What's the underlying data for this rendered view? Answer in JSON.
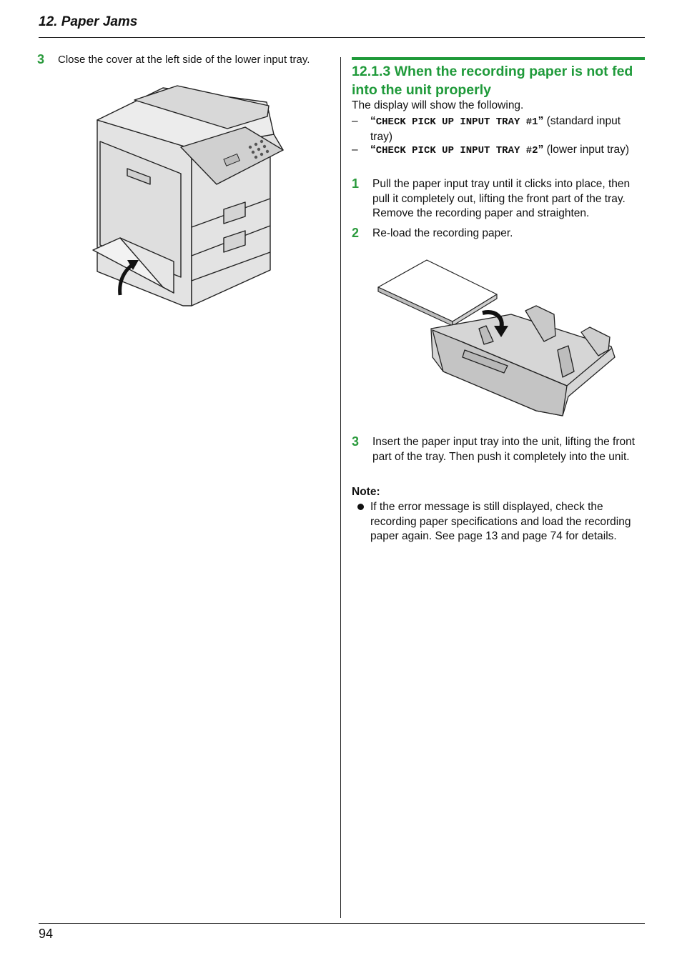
{
  "header": {
    "title": "12. Paper Jams"
  },
  "left": {
    "step3": {
      "number": "3",
      "text": "Close the cover at the left side of the lower input tray."
    }
  },
  "section": {
    "heading": "12.1.3 When the recording paper is not fed into the unit properly",
    "display_intro": "The display will show the following.",
    "messages": [
      {
        "dash": "–",
        "open_quote": "“",
        "code": "CHECK PICK UP INPUT TRAY #1",
        "close_quote": "”",
        "suffix": " (standard input tray)"
      },
      {
        "dash": "–",
        "open_quote": "“",
        "code": "CHECK PICK UP INPUT TRAY #2",
        "close_quote": "”",
        "suffix": " (lower input tray)"
      }
    ],
    "steps": [
      {
        "number": "1",
        "text": "Pull the paper input tray until it clicks into place, then pull it completely out, lifting the front part of the tray. Remove the recording paper and straighten."
      },
      {
        "number": "2",
        "text": "Re-load the recording paper."
      },
      {
        "number": "3",
        "text": "Insert the paper input tray into the unit, lifting the front part of the tray. Then push it completely into the unit."
      }
    ],
    "note": {
      "label": "Note:",
      "items": [
        "If the error message is still displayed, check the recording paper specifications and load the recording paper again. See page 13 and page 74 for details."
      ]
    }
  },
  "footer": {
    "page_number": "94"
  }
}
